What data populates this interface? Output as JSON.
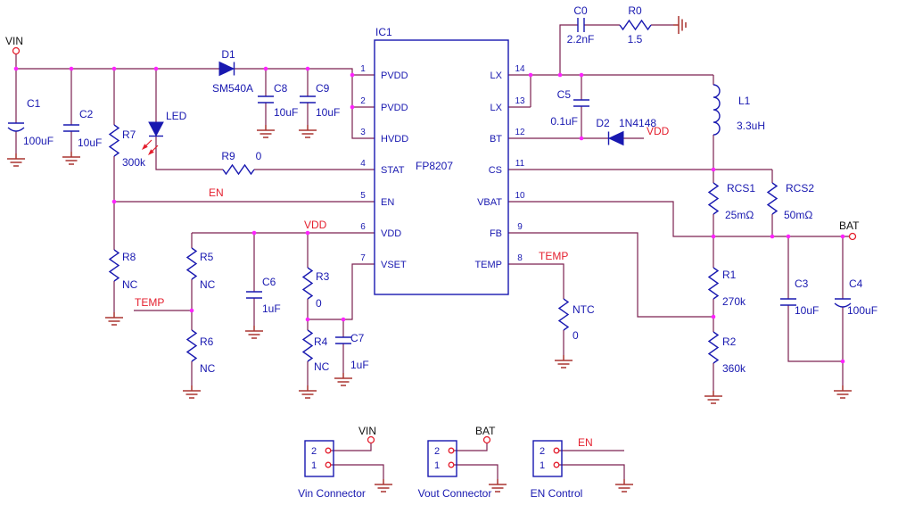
{
  "colors": {
    "wire": "#7c2150",
    "component": "#1818b0",
    "ground": "#aa3530",
    "netlabel": "#e41e2d",
    "junction": "#ff22ff",
    "black": "#111111"
  },
  "ic": {
    "designator": "IC1",
    "part": "FP8207",
    "left_pins": [
      {
        "num": "1",
        "name": "PVDD"
      },
      {
        "num": "2",
        "name": "PVDD"
      },
      {
        "num": "3",
        "name": "HVDD"
      },
      {
        "num": "4",
        "name": "STAT"
      },
      {
        "num": "5",
        "name": "EN"
      },
      {
        "num": "6",
        "name": "VDD"
      },
      {
        "num": "7",
        "name": "VSET"
      }
    ],
    "right_pins": [
      {
        "num": "14",
        "name": "LX"
      },
      {
        "num": "13",
        "name": "LX"
      },
      {
        "num": "12",
        "name": "BT"
      },
      {
        "num": "11",
        "name": "CS"
      },
      {
        "num": "10",
        "name": "VBAT"
      },
      {
        "num": "9",
        "name": "FB"
      },
      {
        "num": "8",
        "name": "TEMP"
      }
    ]
  },
  "components": {
    "c0": {
      "ref": "C0",
      "value": "2.2nF"
    },
    "r0": {
      "ref": "R0",
      "value": "1.5"
    },
    "c1": {
      "ref": "C1",
      "value": "100uF"
    },
    "c2": {
      "ref": "C2",
      "value": "10uF"
    },
    "r7": {
      "ref": "R7",
      "value": "300k"
    },
    "led": {
      "ref": "LED"
    },
    "d1": {
      "ref": "D1",
      "value": "SM540A"
    },
    "c8": {
      "ref": "C8",
      "value": "10uF"
    },
    "c9": {
      "ref": "C9",
      "value": "10uF"
    },
    "r9": {
      "ref": "R9",
      "value": "0"
    },
    "r8": {
      "ref": "R8",
      "value": "NC"
    },
    "r5": {
      "ref": "R5",
      "value": "NC"
    },
    "r6": {
      "ref": "R6",
      "value": "NC"
    },
    "c6": {
      "ref": "C6",
      "value": "1uF"
    },
    "r3": {
      "ref": "R3",
      "value": "0"
    },
    "r4": {
      "ref": "R4",
      "value": "NC"
    },
    "c7": {
      "ref": "C7",
      "value": "1uF"
    },
    "c5": {
      "ref": "C5",
      "value": "0.1uF"
    },
    "d2": {
      "ref": "D2",
      "value": "1N4148"
    },
    "l1": {
      "ref": "L1",
      "value": "3.3uH"
    },
    "rcs1": {
      "ref": "RCS1",
      "value": "25mΩ"
    },
    "rcs2": {
      "ref": "RCS2",
      "value": "50mΩ"
    },
    "r1": {
      "ref": "R1",
      "value": "270k"
    },
    "r2": {
      "ref": "R2",
      "value": "360k"
    },
    "c3": {
      "ref": "C3",
      "value": "10uF"
    },
    "c4": {
      "ref": "C4",
      "value": "100uF"
    },
    "ntc": {
      "ref": "NTC",
      "value": "0"
    }
  },
  "nets": {
    "vin": "VIN",
    "vdd": "VDD",
    "en": "EN",
    "temp": "TEMP",
    "bat": "BAT"
  },
  "connectors": {
    "vin": {
      "label": "Vin Connector",
      "pin2": "2",
      "pin1": "1"
    },
    "vout": {
      "label": "Vout Connector",
      "pin2": "2",
      "pin1": "1"
    },
    "en": {
      "label": "EN Control",
      "pin2": "2",
      "pin1": "1"
    }
  }
}
